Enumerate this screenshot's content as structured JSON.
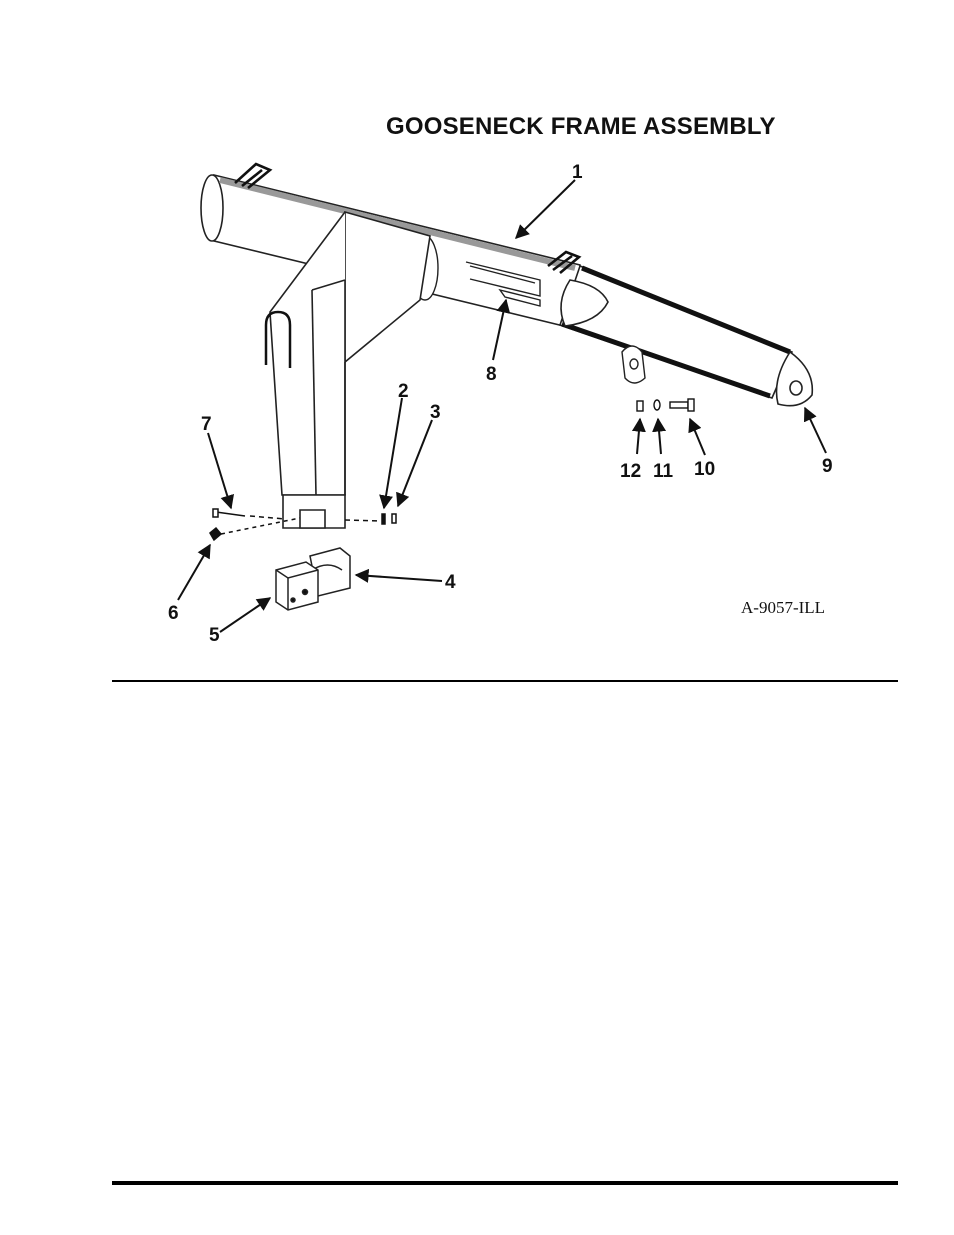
{
  "title": "GOOSENECK FRAME ASSEMBLY",
  "figure_id": "A-9057-ILL",
  "callouts": {
    "c1": "1",
    "c2": "2",
    "c3": "3",
    "c4": "4",
    "c5": "5",
    "c6": "6",
    "c7": "7",
    "c8": "8",
    "c9": "9",
    "c10": "10",
    "c11": "11",
    "c12": "12"
  }
}
